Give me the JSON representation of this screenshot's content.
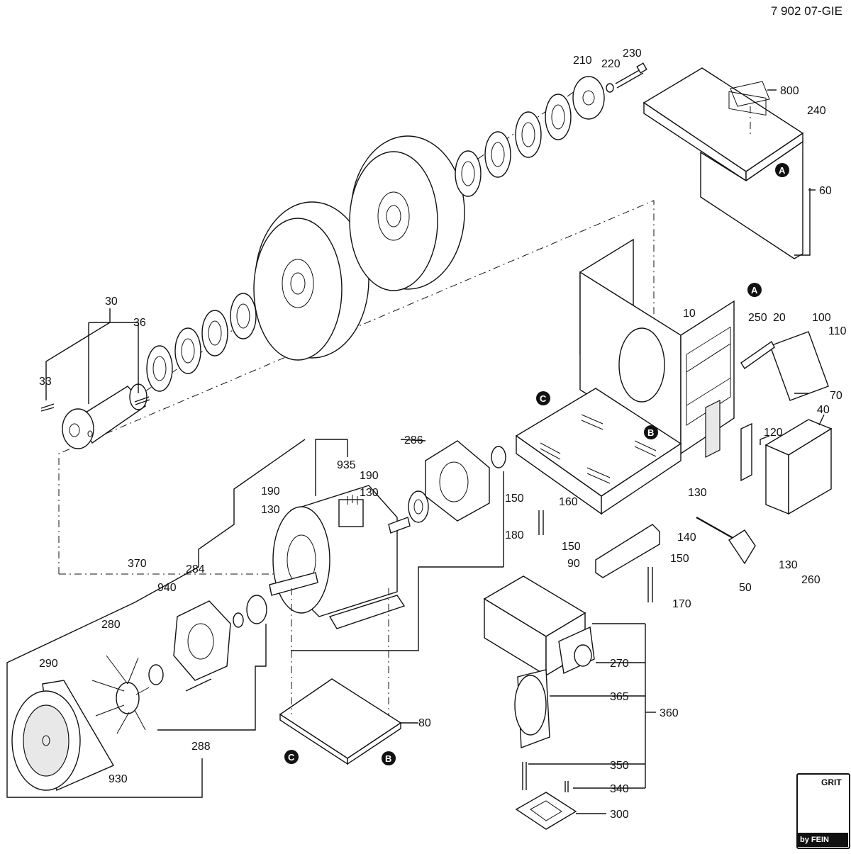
{
  "document": {
    "drawing_number": "7 902 07-GIE"
  },
  "part_labels": {
    "p10": "10",
    "p20": "20",
    "p30": "30",
    "p33": "33",
    "p36": "36",
    "p40": "40",
    "p50": "50",
    "p60": "60",
    "p70": "70",
    "p80": "80",
    "p90": "90",
    "p100": "100",
    "p110": "110",
    "p120": "120",
    "p130a": "130",
    "p130b": "130",
    "p130c": "130",
    "p130d": "130",
    "p140": "140",
    "p150a": "150",
    "p150b": "150",
    "p150c": "150",
    "p160": "160",
    "p170": "170",
    "p180": "180",
    "p190a": "190",
    "p190b": "190",
    "p210": "210",
    "p220": "220",
    "p230": "230",
    "p240": "240",
    "p250": "250",
    "p260": "260",
    "p270": "270",
    "p280": "280",
    "p284": "284",
    "p286": "286",
    "p288": "288",
    "p290": "290",
    "p300": "300",
    "p340": "340",
    "p350": "350",
    "p360": "360",
    "p365": "365",
    "p370": "370",
    "p800": "800",
    "p930": "930",
    "p935": "935",
    "p940": "940"
  },
  "markers": {
    "a1": "A",
    "a2": "A",
    "b1": "B",
    "b2": "B",
    "c1": "C",
    "c2": "C"
  },
  "logo": {
    "brand": "GRIT",
    "maker": "by FEIN"
  }
}
